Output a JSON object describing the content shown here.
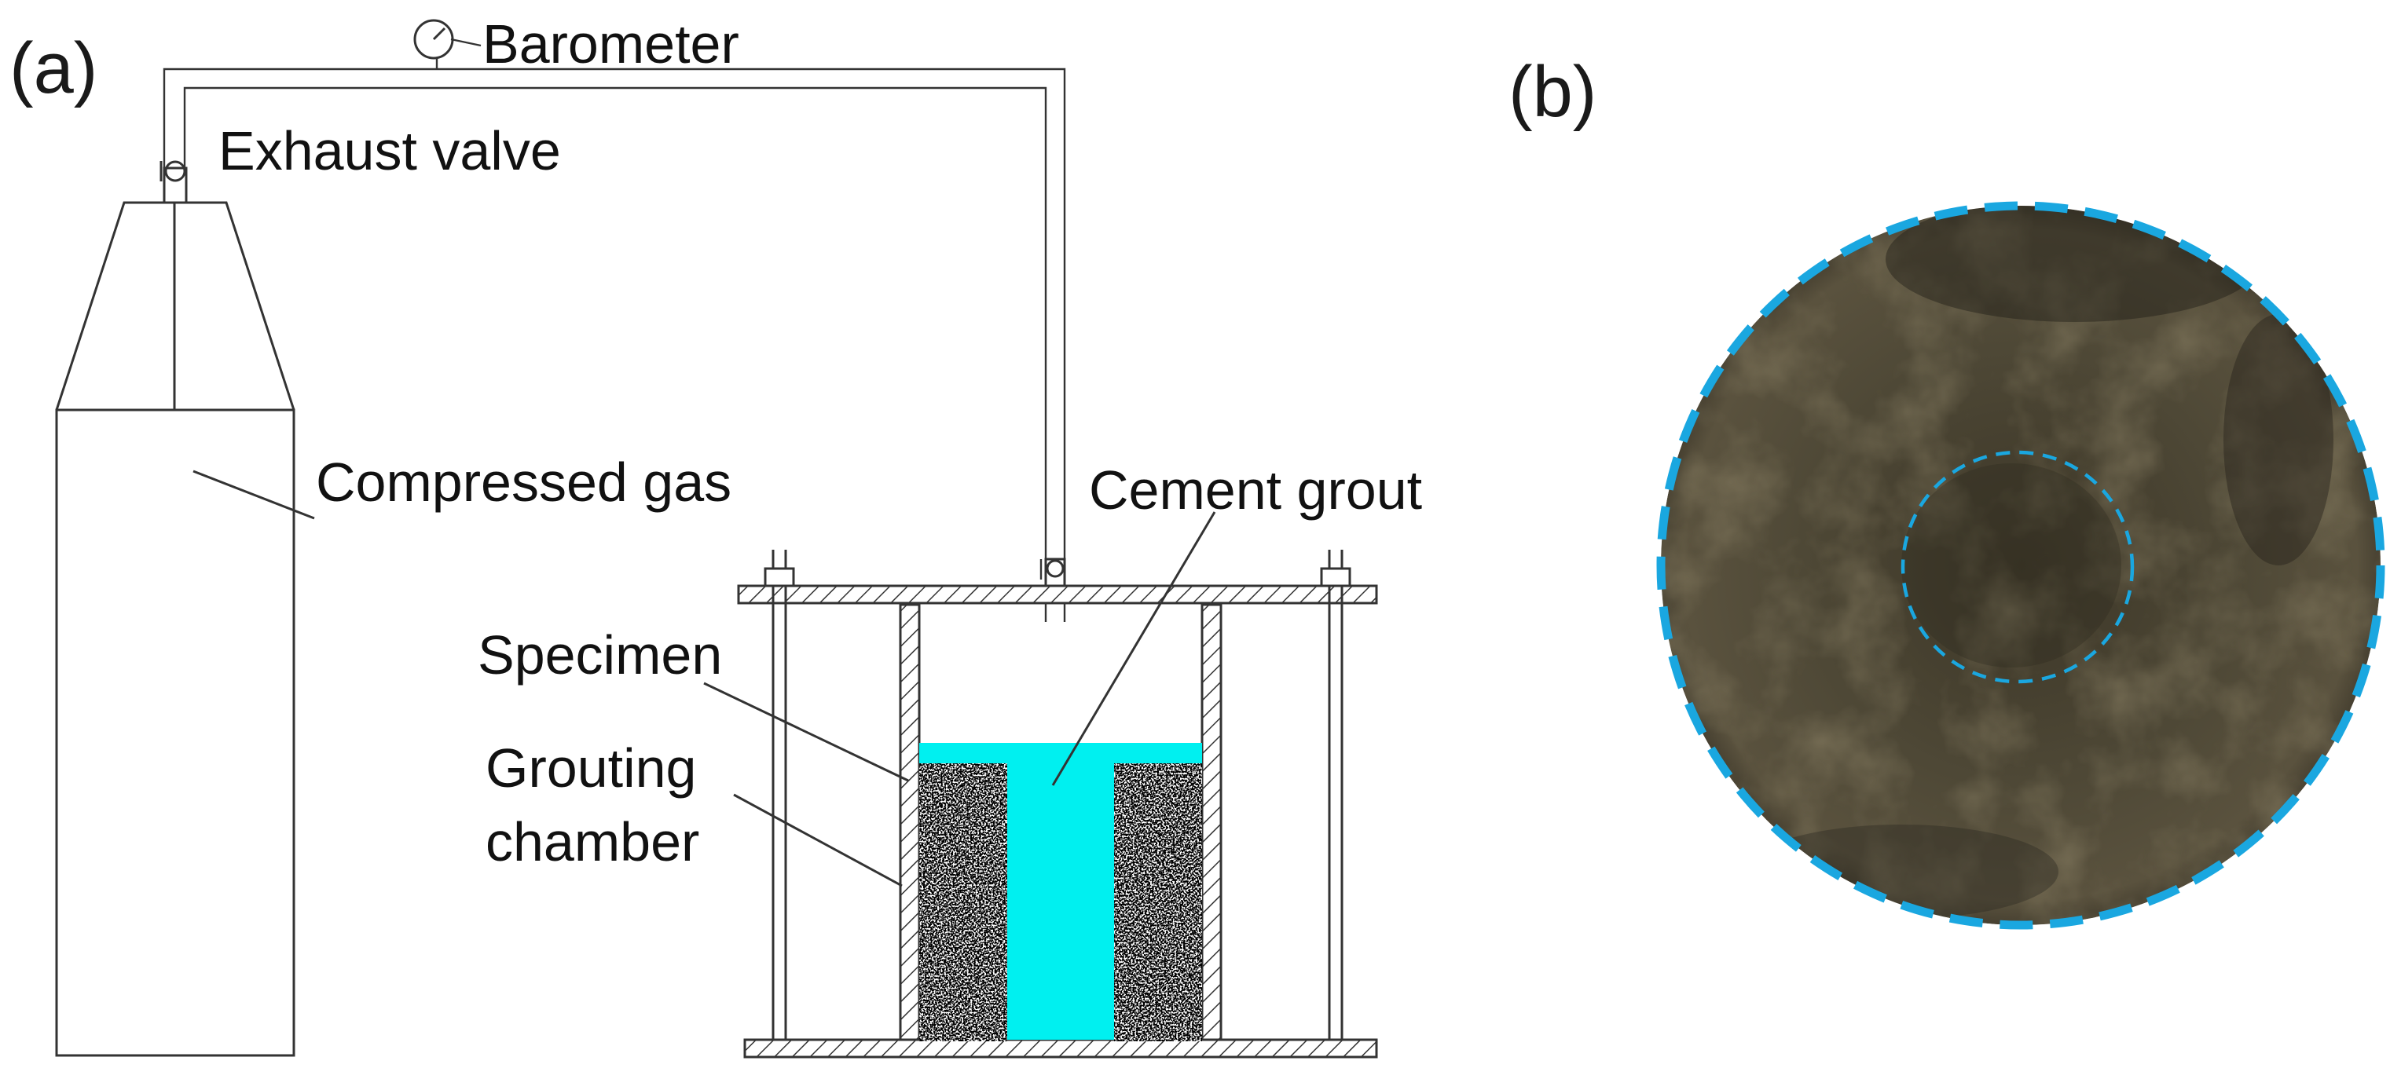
{
  "panels": {
    "a": {
      "label": "(a)"
    },
    "b": {
      "label": "(b)"
    }
  },
  "labels": {
    "barometer": "Barometer",
    "exhaust_valve": "Exhaust valve",
    "compressed_gas": "Compressed gas",
    "cement_grout": "Cement grout",
    "specimen": "Specimen",
    "grouting_chamber_line1": "Grouting",
    "grouting_chamber_line2": "chamber"
  },
  "colors": {
    "grout": "#00f0f0",
    "dashed_outline": "#1aa7e0",
    "specimen_photo": "#4a4434",
    "line": "#333333"
  },
  "icons": [
    "barometer-gauge-icon",
    "exhaust-valve-icon",
    "inlet-valve-icon",
    "bolt-nut-icon"
  ]
}
